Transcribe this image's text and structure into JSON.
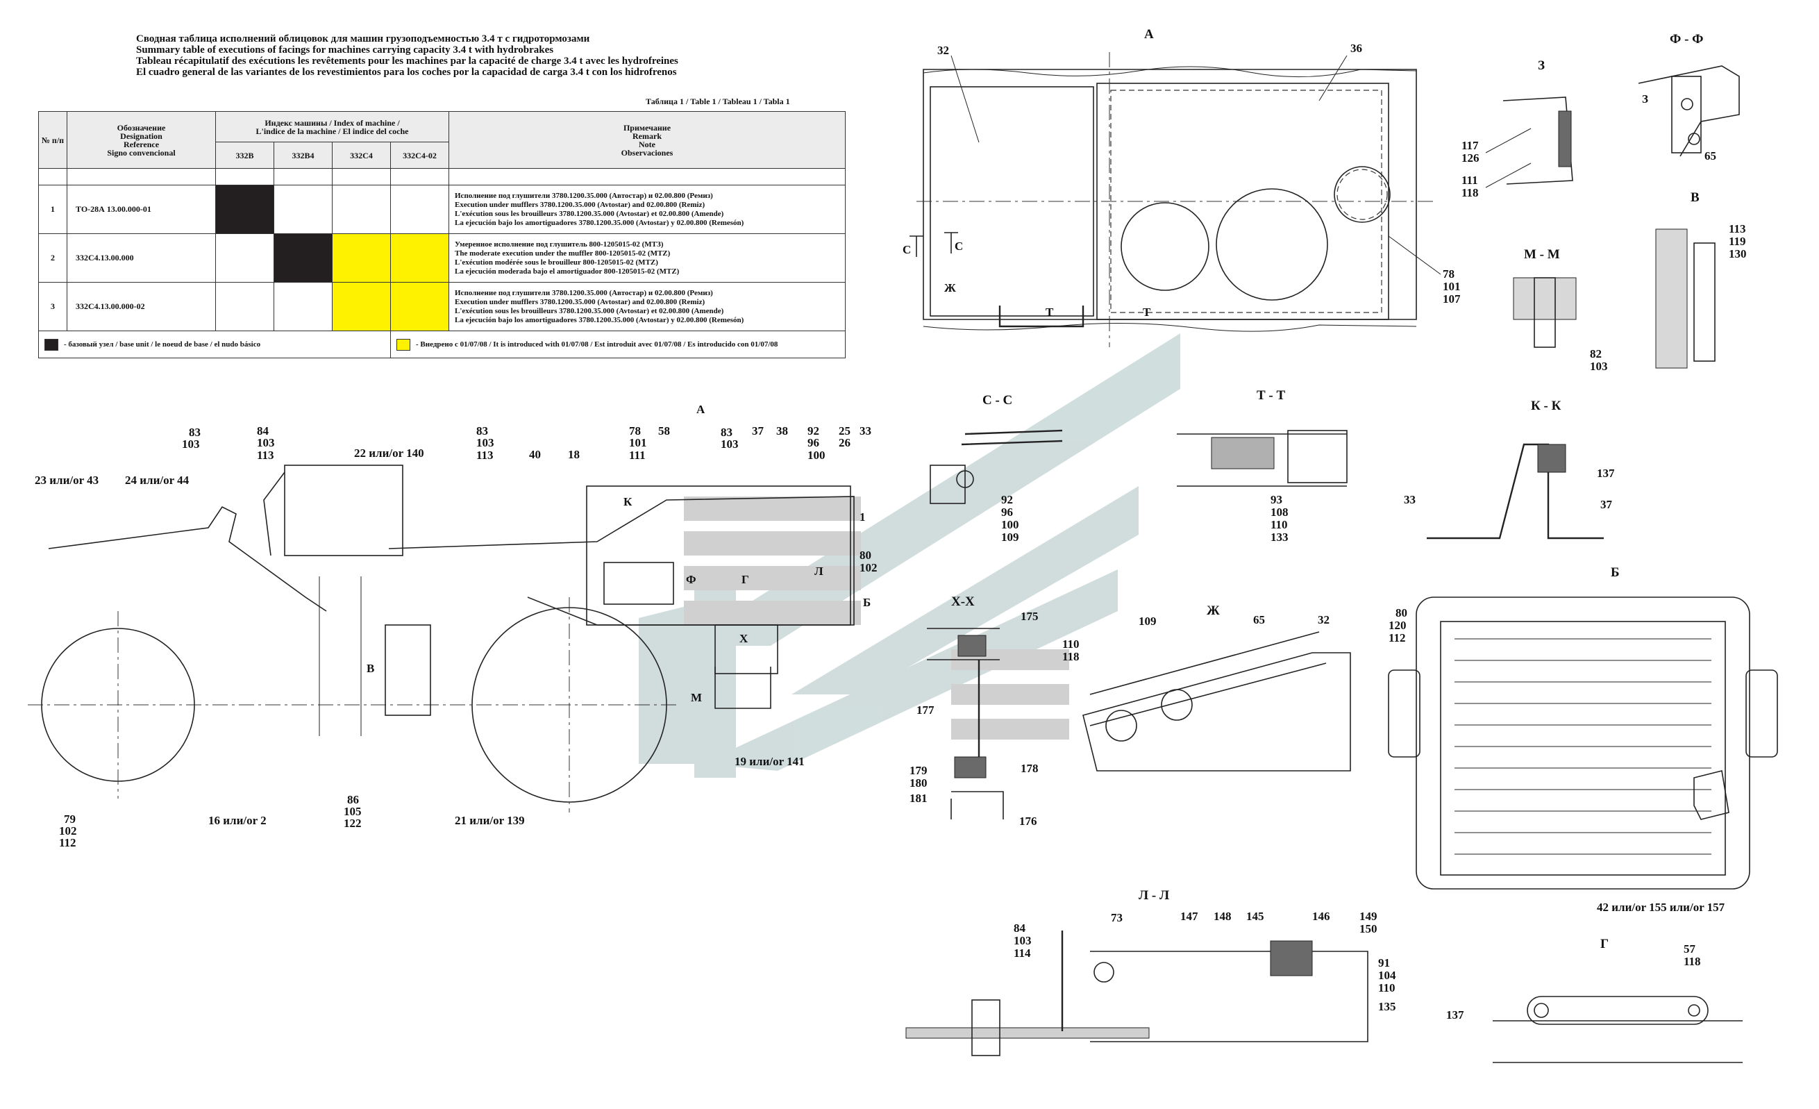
{
  "header": {
    "line_ru": "Сводная таблица исполнений облицовок для машин грузоподъемностью 3.4 т с гидротормозами",
    "line_en": "Summary table of executions of facings for machines carrying capacity 3.4 t with hydrobrakes",
    "line_fr": "Tableau récapitulatif des exécutions les revêtements pour les machines par la capacité de charge 3.4 t avec les hydrofreines",
    "line_es": "El cuadro general de las variantes de los revestimientos para los coches por la capacidad de carga 3.4 t  con los hidrofrenos"
  },
  "table": {
    "caption": "Таблица 1 / Table 1 / Tableau 1 / Tabla 1",
    "col_no": "№ п/п",
    "col_designation": [
      "Обозначение",
      "Designation",
      "Reference",
      "Signo convencional"
    ],
    "col_index_group": [
      "Индекс машины / Index of machine /",
      "L'indice de la machine / El indice del coche"
    ],
    "col_indexes": [
      "332В",
      "332В4",
      "332С4",
      "332С4-02"
    ],
    "col_remark": [
      "Примечание",
      "Remark",
      "Note",
      "Observaciones"
    ],
    "rows": [
      {
        "no": "1",
        "designation": "ТО-28А 13.00.000-01",
        "marks": [
          "base",
          "",
          "",
          ""
        ],
        "remark": [
          "Исполнение под глушители 3780.1200.35.000 (Автостар) и 02.00.800 (Ремиз)",
          "Execution under mufflers 3780.1200.35.000 (Avtostar) and 02.00.800 (Remiz)",
          "L'exécution sous les brouilleurs 3780.1200.35.000 (Avtostar) et 02.00.800 (Amende)",
          "La ejecución bajo los amortiguadores 3780.1200.35.000 (Avtostar) y 02.00.800 (Remesón)"
        ]
      },
      {
        "no": "2",
        "designation": "332С4.13.00.000",
        "marks": [
          "",
          "base",
          "new",
          "new"
        ],
        "remark": [
          "Умеренное исполнение под глушитель 800-1205015-02 (МТЗ)",
          "The moderate execution under the muffler 800-1205015-02 (MTZ)",
          "L'exécution modérée sous le brouilleur 800-1205015-02 (MTZ)",
          "La ejecución moderada bajo el amortiguador 800-1205015-02 (MTZ)"
        ]
      },
      {
        "no": "3",
        "designation": "332С4.13.00.000-02",
        "marks": [
          "",
          "",
          "new",
          "new"
        ],
        "remark": [
          "Исполнение под глушители 3780.1200.35.000 (Автостар) и 02.00.800 (Ремиз)",
          "Execution under mufflers 3780.1200.35.000 (Avtostar) and 02.00.800 (Remiz)",
          "L'exécution sous les brouilleurs 3780.1200.35.000 (Avtostar) et 02.00.800 (Amende)",
          "La ejecución bajo los amortiguadores 3780.1200.35.000 (Avtostar) y 02.00.800 (Remesón)"
        ]
      }
    ],
    "legend_base": "- базовый узел / base unit  / le noeud de base / el nudo básico",
    "legend_new": "- Внедрено с 01/07/08 / It is introduced with 01/07/08 / Est introduit avec 01/07/08 / Es introducido con 01/07/08"
  },
  "colors": {
    "base": "#231f20",
    "new": "#fff200",
    "watermark_teal": "#c9d8d8",
    "watermark_gray": "#c8c8c8"
  },
  "sections": {
    "A": "А",
    "FF": "Ф - Ф",
    "Z": "З",
    "V": "В",
    "MM": "М - М",
    "SS": "С - С",
    "TT": "Т - Т",
    "KK": "К - К",
    "B": "Б",
    "XX": "Х-Х",
    "ZH": "Ж",
    "LL": "Л - Л",
    "G": "Г"
  },
  "callouts": {
    "a32": "32",
    "a36": "36",
    "a78": "78",
    "a101": "101",
    "a107": "107",
    "aS": "С",
    "aZh": "Ж",
    "aT": "Т",
    "z117": "117",
    "z126": "126",
    "z111": "111",
    "z118": "118",
    "ffZ": "З",
    "ff65": "65",
    "v113": "113",
    "v119": "119",
    "v130": "130",
    "m82": "82",
    "m103": "103",
    "s92": "92",
    "s96": "96",
    "s100": "100",
    "s109": "109",
    "t93": "93",
    "t108": "108",
    "t110": "110",
    "t133": "133",
    "k137": "137",
    "k33": "33",
    "k37": "37",
    "b80": "80",
    "b120": "120",
    "b112": "112",
    "b_bottom": "42 или/or 155 или/or 157",
    "x175": "175",
    "x177": "177",
    "x178": "178",
    "x179": "179",
    "x180": "180",
    "x181": "181",
    "x176": "176",
    "zh109": "109",
    "zh65": "65",
    "zh32": "32",
    "zh110": "110",
    "zh118": "118",
    "l84": "84",
    "l103": "103",
    "l114": "114",
    "l73": "73",
    "l147": "147",
    "l148": "148",
    "l145": "145",
    "l146": "146",
    "l149": "149",
    "l150": "150",
    "l91": "91",
    "l104": "104",
    "l110": "110",
    "l135": "135",
    "g57": "57",
    "g118": "118",
    "g137": "137",
    "m_83a": "83",
    "m_103a": "103",
    "m_84": "84",
    "m_103b": "103",
    "m_113a": "113",
    "m_23": "23 или/or 43",
    "m_24": "24 или/or 44",
    "m_22": "22 или/or 140",
    "m_83b": "83",
    "m_103c": "103",
    "m_113b": "113",
    "m_40": "40",
    "m_18": "18",
    "m_78": "78",
    "m_101": "101",
    "m_111": "111",
    "m_58": "58",
    "m_A": "А",
    "m_83c": "83",
    "m_103d": "103",
    "m_37": "37",
    "m_38": "38",
    "m_92": "92",
    "m_96": "96",
    "m_100": "100",
    "m_25": "25",
    "m_26": "26",
    "m_33": "33",
    "m_1": "1",
    "m_80": "80",
    "m_102": "102",
    "m_K": "К",
    "m_F": "Ф",
    "m_G": "Г",
    "m_L": "Л",
    "m_B": "Б",
    "m_X": "Х",
    "m_M": "М",
    "m_V": "В",
    "m_19": "19 или/or 141",
    "m_79": "79",
    "m_102b": "102",
    "m_112": "112",
    "m_16": "16 или/or 2",
    "m_86": "86",
    "m_105": "105",
    "m_122": "122",
    "m_21": "21 или/or 139"
  }
}
